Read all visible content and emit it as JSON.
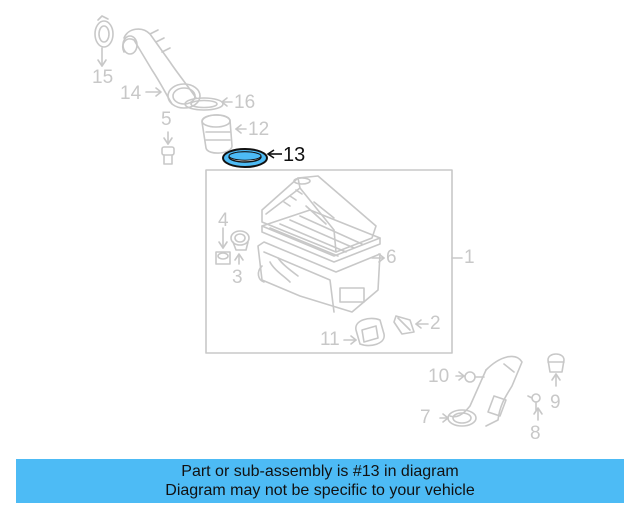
{
  "diagram": {
    "callouts": {
      "c1": "1",
      "c2": "2",
      "c3": "3",
      "c4": "4",
      "c5": "5",
      "c6": "6",
      "c7": "7",
      "c8": "8",
      "c9": "9",
      "c10": "10",
      "c11": "11",
      "c12": "12",
      "c13": "13",
      "c14": "14",
      "c15": "15",
      "c16": "16"
    },
    "highlight_part": "13",
    "colors": {
      "line_art": "#c8c8c8",
      "highlight_fill": "#4dbbf5",
      "highlight_stroke": "#111111"
    }
  },
  "caption": {
    "line1": "Part or sub-assembly is #13 in diagram",
    "line2": "Diagram may not be specific to your vehicle",
    "background": "#4dbbf5"
  }
}
